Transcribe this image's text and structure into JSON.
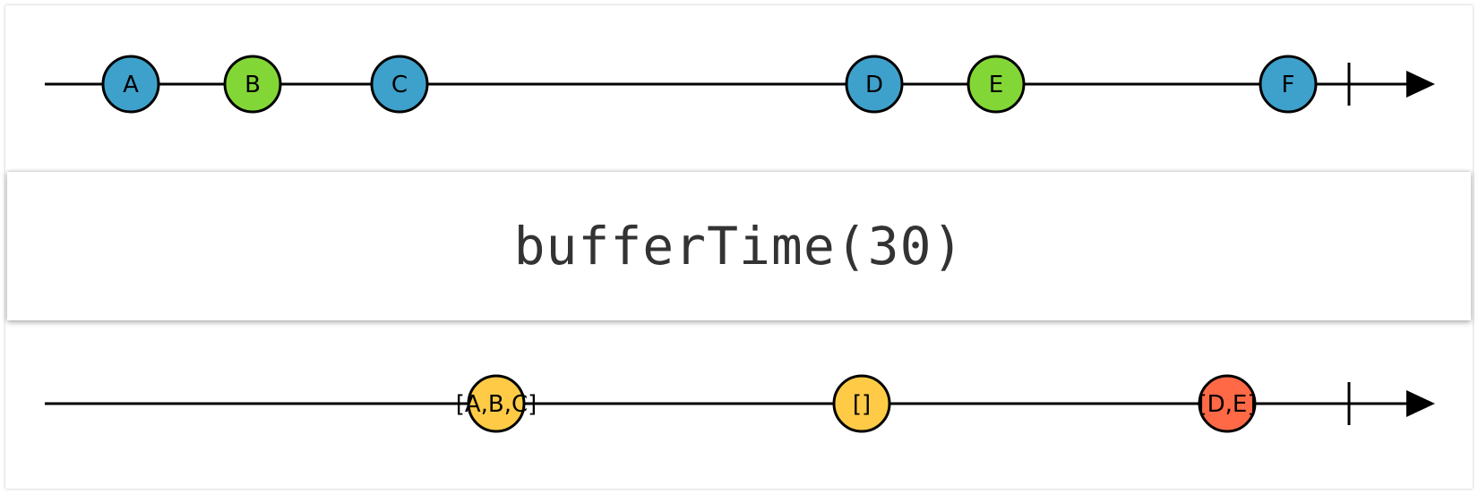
{
  "operator": {
    "label": "bufferTime(30)"
  },
  "colors": {
    "blue": "#3ea1cb",
    "green": "#82d736",
    "yellow": "#ffcb46",
    "red": "#ff6946",
    "line": "#000000"
  },
  "input": {
    "marbles": [
      {
        "label": "A",
        "color": "blue"
      },
      {
        "label": "B",
        "color": "green"
      },
      {
        "label": "C",
        "color": "blue"
      },
      {
        "label": "D",
        "color": "blue"
      },
      {
        "label": "E",
        "color": "green"
      },
      {
        "label": "F",
        "color": "blue"
      }
    ],
    "completed": true
  },
  "output": {
    "marbles": [
      {
        "label": "[A,B,C]",
        "color": "yellow"
      },
      {
        "label": "[]",
        "color": "yellow"
      },
      {
        "label": "[D,E]",
        "color": "red"
      }
    ],
    "completed": true
  }
}
